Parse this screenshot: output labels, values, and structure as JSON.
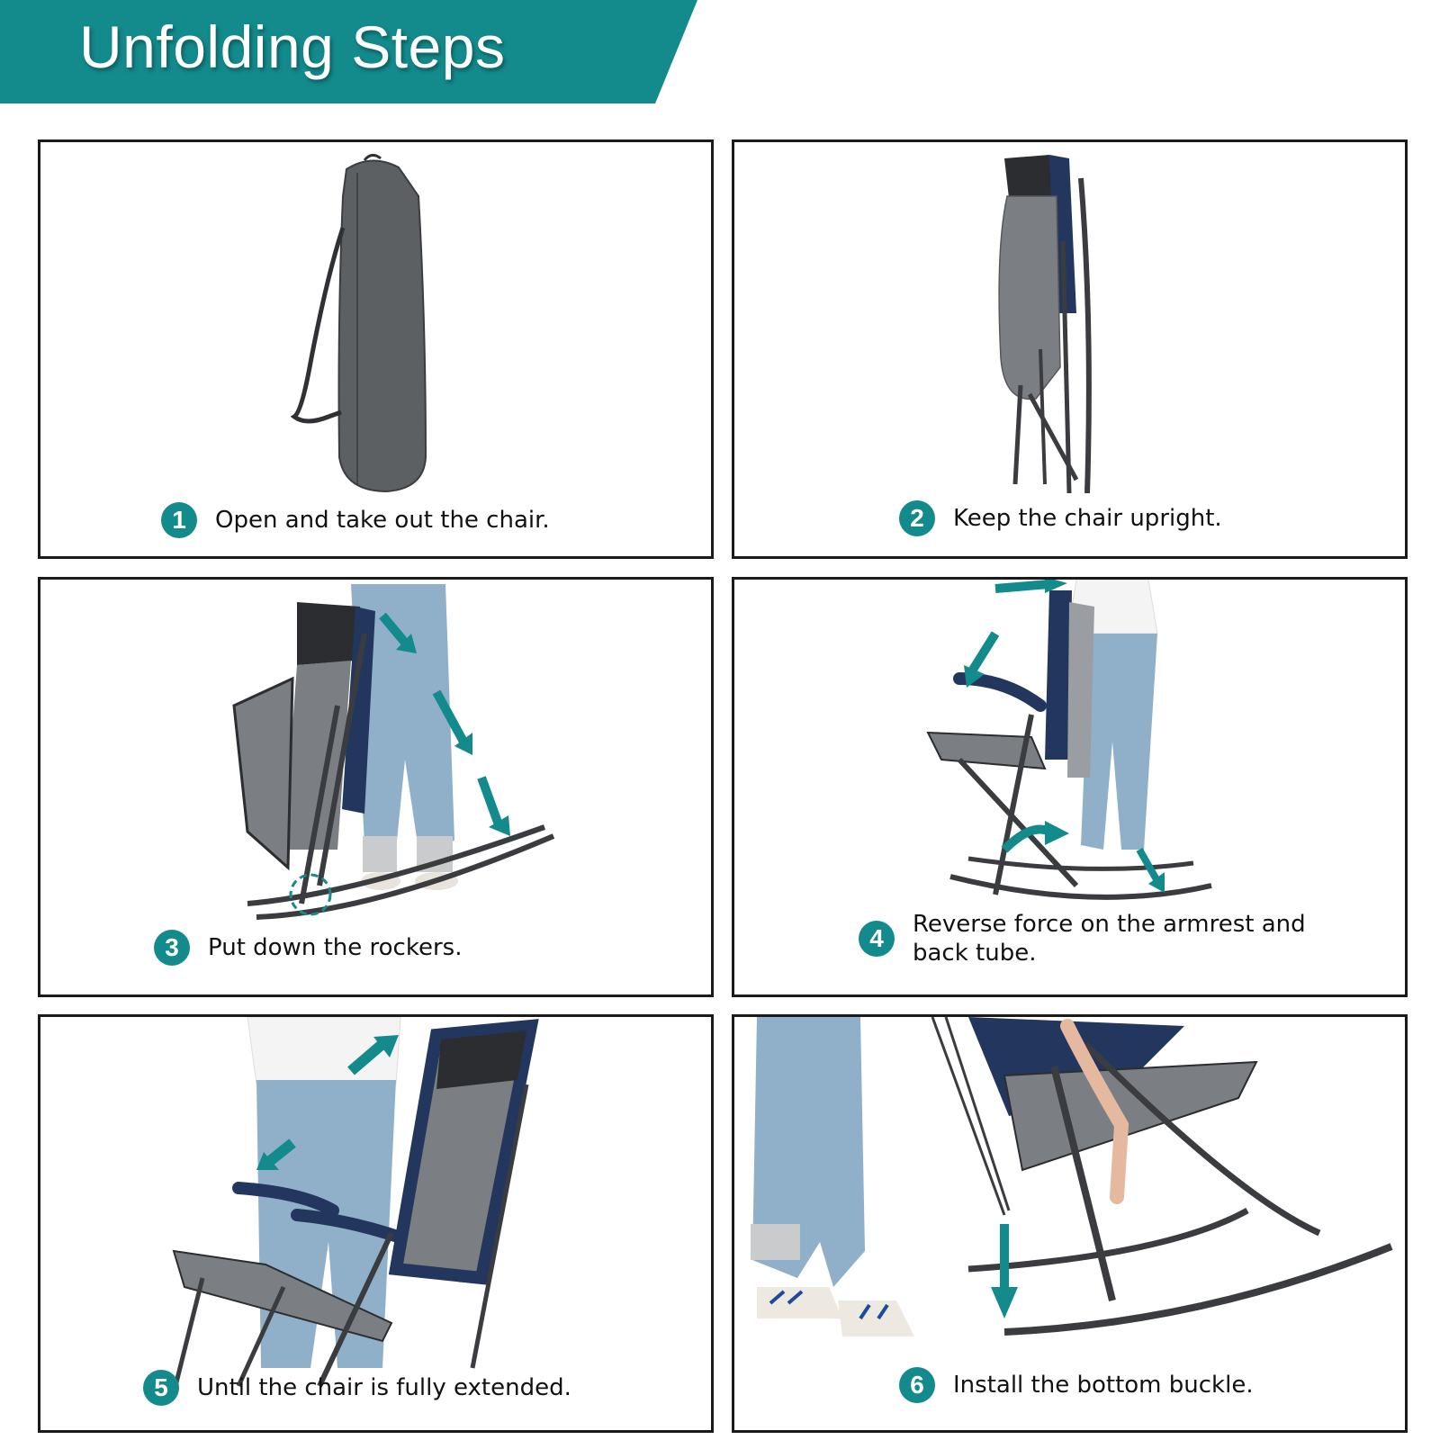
{
  "header": {
    "title": "Unfolding Steps",
    "accent_color": "#138a8c"
  },
  "steps": [
    {
      "number": "1",
      "text": "Open and take out the chair.",
      "illustration": "carry-bag-icon"
    },
    {
      "number": "2",
      "text": "Keep the chair upright.",
      "illustration": "folded-chair-icon"
    },
    {
      "number": "3",
      "text": "Put down the rockers.",
      "illustration": "rocker-unfold-icon"
    },
    {
      "number": "4",
      "text_line1": "Reverse force on the armrest and",
      "text_line2": "back tube.",
      "illustration": "armrest-unfold-icon"
    },
    {
      "number": "5",
      "text": "Until the chair is fully extended.",
      "illustration": "extended-chair-icon"
    },
    {
      "number": "6",
      "text": "Install the bottom buckle.",
      "illustration": "bottom-buckle-icon"
    }
  ],
  "colors": {
    "teal": "#138a8c",
    "chair_navy": "#23375e",
    "chair_gray": "#7b7e82",
    "frame_dark": "#3a3c40",
    "denim": "#8fb0c8"
  }
}
